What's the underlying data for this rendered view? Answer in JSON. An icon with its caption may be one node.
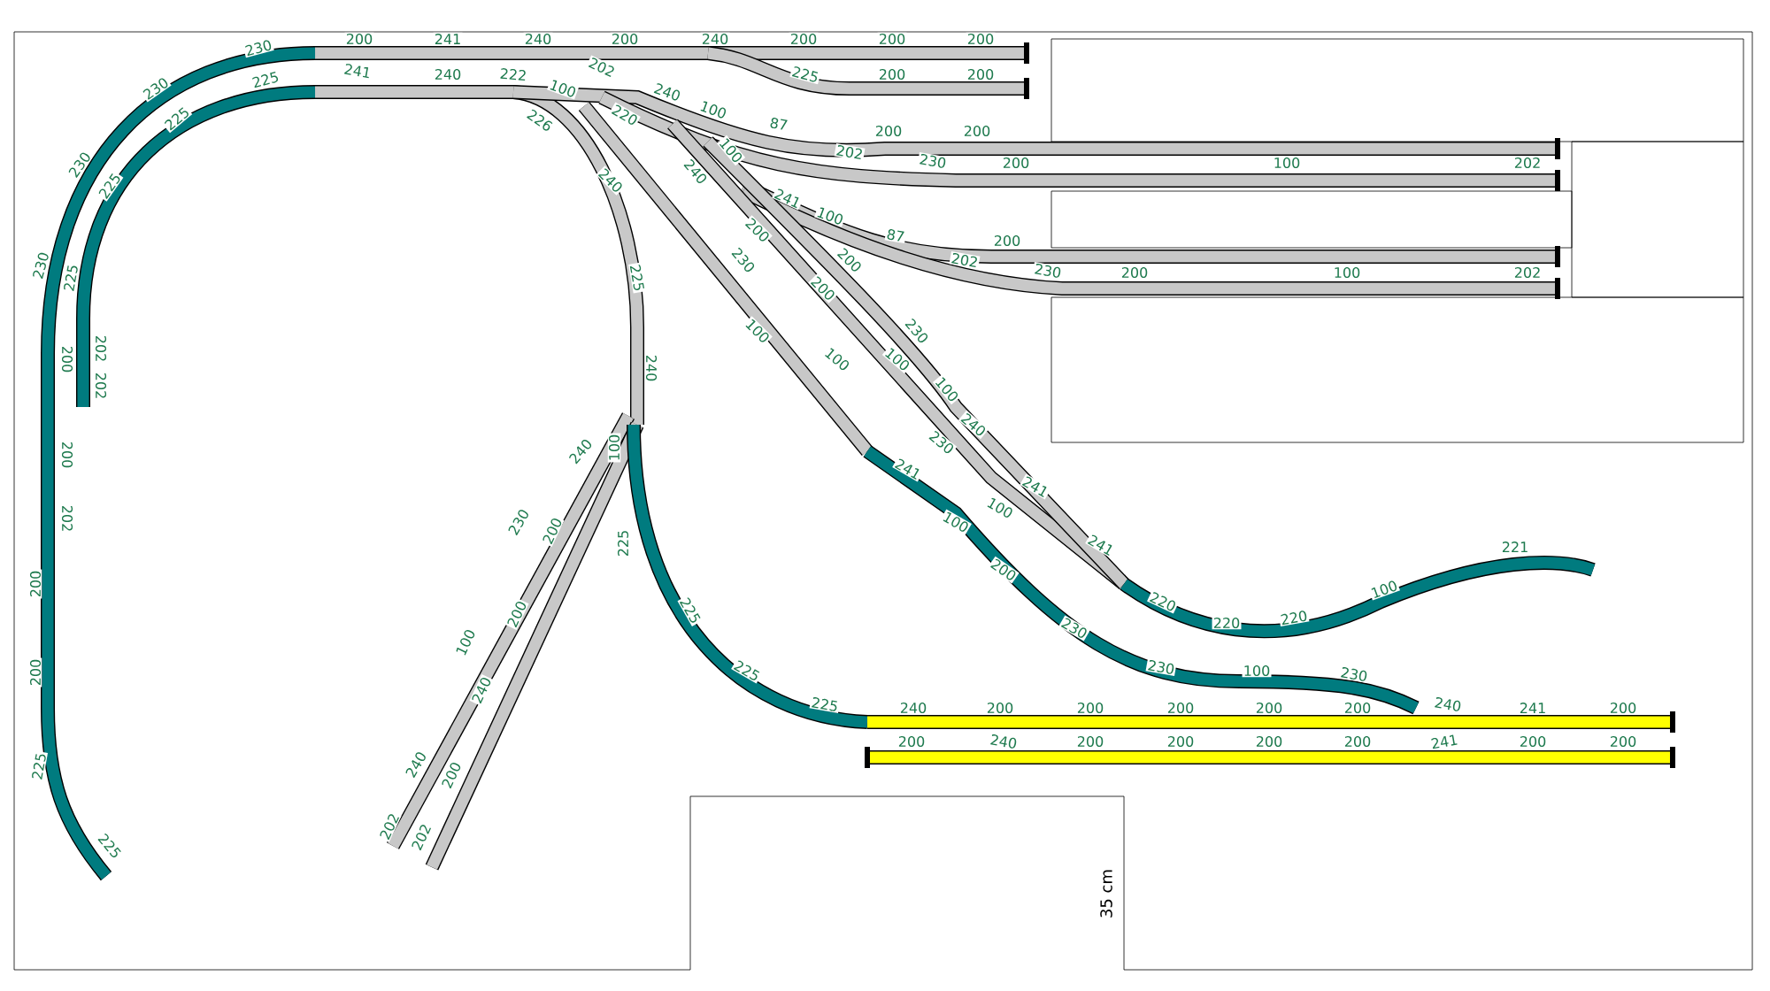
{
  "diagram": {
    "labels": [
      "230",
      "230",
      "225",
      "225",
      "230",
      "225",
      "230",
      "225",
      "202",
      "200",
      "202",
      "200",
      "202",
      "200",
      "200",
      "225",
      "225",
      "200",
      "241",
      "240",
      "200",
      "240",
      "200",
      "200",
      "200",
      "241",
      "240",
      "222",
      "100",
      "202",
      "225",
      "200",
      "200",
      "240",
      "100",
      "87",
      "200",
      "200",
      "202",
      "230",
      "200",
      "100",
      "202",
      "226",
      "220",
      "240",
      "240",
      "100",
      "241",
      "100",
      "87",
      "200",
      "202",
      "230",
      "200",
      "100",
      "202",
      "200",
      "230",
      "200",
      "200",
      "225",
      "100",
      "230",
      "240",
      "100",
      "100",
      "100",
      "100",
      "240",
      "230",
      "241",
      "241",
      "100",
      "100",
      "241",
      "200",
      "220",
      "230",
      "225",
      "225",
      "225",
      "225",
      "220",
      "220",
      "100",
      "221",
      "230",
      "100",
      "230",
      "240",
      "200",
      "200",
      "200",
      "200",
      "200",
      "240",
      "241",
      "200",
      "200",
      "240",
      "200",
      "200",
      "200",
      "200",
      "241",
      "200",
      "200",
      "240",
      "230",
      "200",
      "200",
      "100",
      "240",
      "240",
      "200",
      "202",
      "202",
      "35 cm"
    ]
  }
}
